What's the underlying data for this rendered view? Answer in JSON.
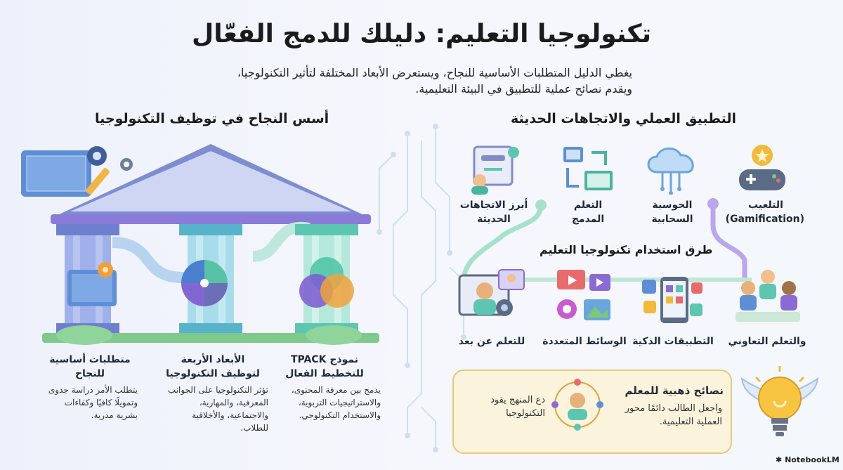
{
  "title": "تكنولوجيا التعليم: دليلك للدمج الفعّال",
  "intro": [
    "يغطي الدليل المتطلبات الأساسية للنجاح، ويستعرض الأبعاد المختلفة لتأثير التكنولوجيا،",
    "ويقدم نصائح عملية للتطبيق في البيئة التعليمية."
  ],
  "left_section": {
    "title": "أسس النجاح في توظيف التكنولوجيا",
    "pillars": [
      {
        "title": "متطلبات أساسية\nللنجاح",
        "desc": "يتطلب الأمر دراسة جدوى\nوتمويلًا كافيًا وكفاءات\nبشرية مدربة.",
        "icon": "blueprint-gear-icon"
      },
      {
        "title": "الأبعاد الأربعة\nلتوظيف التكنولوجيا",
        "desc": "تؤثر التكنولوجيا على الجوانب\nالمعرفية، والمهارية،\nوالاجتماعية، والأخلاقية\nللطلاب.",
        "icon": "four-dimensions-icon"
      },
      {
        "title": "نموذج TPACK\nللتخطيط الفعال",
        "desc": "يدمج بين معرفة المحتوى،\nوالاستراتيجيات التربوية،\nوالاستخدام التكنولوجي.",
        "icon": "venn-diagram-icon"
      }
    ]
  },
  "right_section": {
    "title": "التطبيق العملي والاتجاهات الحديثة",
    "trends": [
      {
        "label": "التلعيب\n(Gamification)",
        "icon": "gamepad-icon"
      },
      {
        "label": "الحوسبة\nالسحابية",
        "icon": "cloud-icon"
      },
      {
        "label": "التعلم\nالمدمج",
        "icon": "blended-learning-icon"
      },
      {
        "label": "أبرز الاتجاهات\nالحديثة",
        "icon": "trends-icon"
      }
    ],
    "methods_title": "طرق استخدام تكنولوجيا التعليم",
    "methods": [
      {
        "label": "والتعلم التعاوني",
        "icon": "collaboration-icon"
      },
      {
        "label": "التطبيقات الذكية",
        "icon": "smart-apps-icon"
      },
      {
        "label": "الوسائط المتعددة",
        "icon": "multimedia-icon"
      },
      {
        "label": "للتعلم عن بعد",
        "icon": "distance-learning-icon"
      }
    ],
    "tips": {
      "title": "نصائح ذهبية للمعلم",
      "text1": "واجعل الطالب دائمًا محور\nالعملية التعليمية.",
      "text2": "دع المنهج يقود\nالتكنولوجيا",
      "icon": "winged-lightbulb-icon",
      "student_icon": "student-center-icon"
    }
  },
  "brand": "NotebookLM",
  "colors": {
    "purple": "#7c6fd6",
    "teal": "#5cc6b0",
    "blue": "#5a8fd8",
    "gold": "#f2b93b",
    "green": "#7cc77a"
  }
}
